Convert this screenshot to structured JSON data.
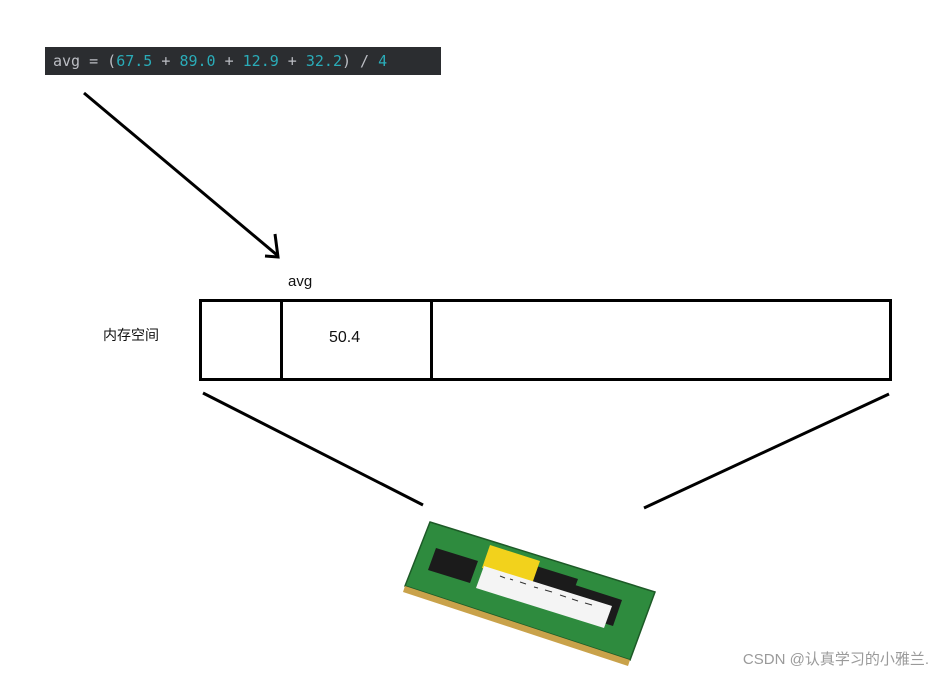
{
  "code": {
    "lhs": "avg",
    "eq": " = (",
    "n1": "67.5",
    "plus1": " + ",
    "n2": "89.0",
    "plus2": " + ",
    "n3": "12.9",
    "plus3": " + ",
    "n4": "32.2",
    "tail": ") / ",
    "n5": "4"
  },
  "diagram": {
    "variable_label": "avg",
    "memory_label": "内存空间",
    "stored_value": "50.4"
  },
  "watermark": "CSDN @认真学习的小雅兰."
}
